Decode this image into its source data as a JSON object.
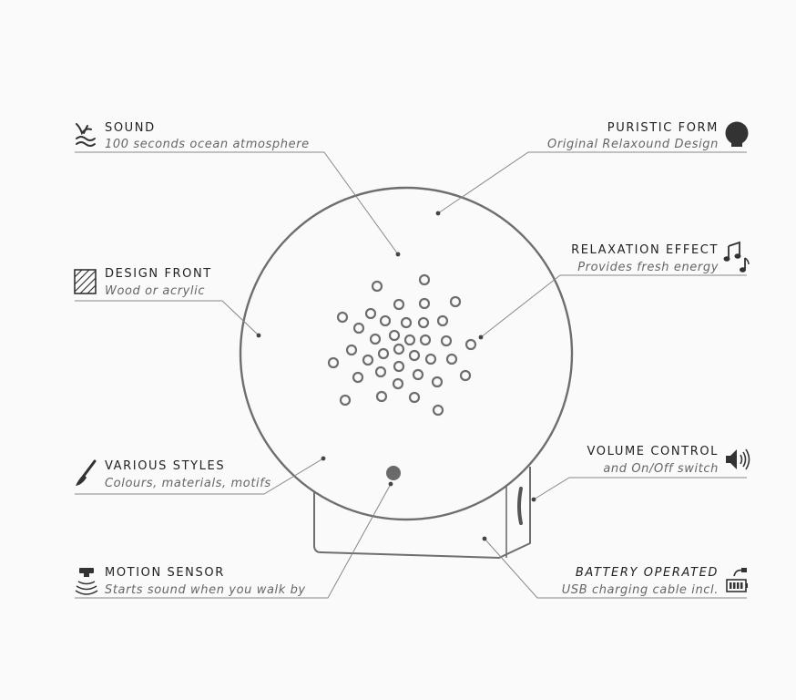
{
  "features": {
    "sound": {
      "title": "SOUND",
      "subtitle": "100 seconds ocean atmosphere",
      "icon": "wave-icon"
    },
    "puristic_form": {
      "title": "PURISTIC FORM",
      "subtitle": "Original Relaxound Design",
      "icon": "sphere-icon"
    },
    "relaxation_effect": {
      "title": "RELAXATION EFFECT",
      "subtitle": "Provides fresh energy",
      "icon": "music-notes-icon"
    },
    "design_front": {
      "title": "DESIGN FRONT",
      "subtitle": "Wood or acrylic",
      "icon": "hatched-square-icon"
    },
    "various_styles": {
      "title": "VARIOUS STYLES",
      "subtitle": "Colours, materials, motifs",
      "icon": "brush-icon"
    },
    "volume_control": {
      "title": "VOLUME CONTROL",
      "subtitle": "and On/Off switch",
      "icon": "speaker-icon"
    },
    "motion_sensor": {
      "title": "MOTION SENSOR",
      "subtitle": "Starts sound when you walk by",
      "icon": "motion-sensor-icon"
    },
    "battery_operated": {
      "title": "BATTERY OPERATED",
      "subtitle": "USB charging cable incl.",
      "icon": "battery-plug-icon"
    }
  },
  "colors": {
    "background": "#fafafa",
    "device_outline": "#6e6e6e",
    "title_text": "#222222",
    "subtitle_text": "#666666",
    "leader_line": "#888888"
  }
}
